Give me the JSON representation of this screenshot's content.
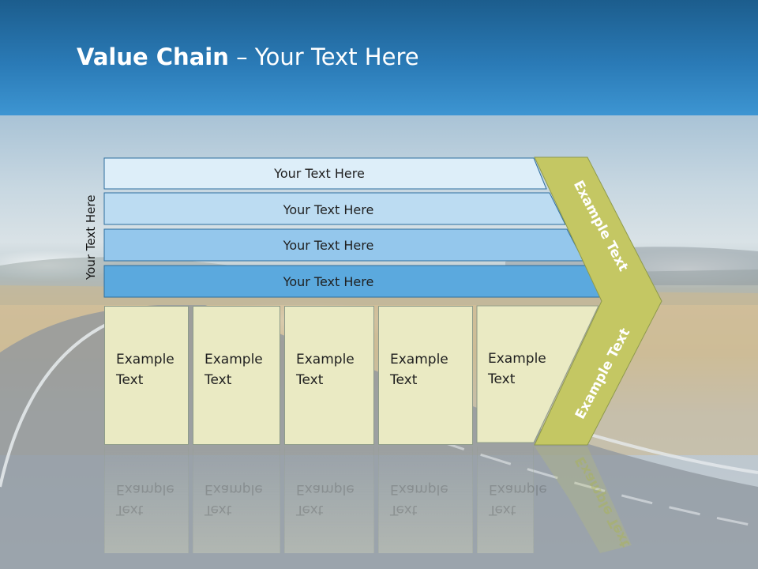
{
  "slide": {
    "title_bold": "Value Chain",
    "title_rest": " – Your Text Here"
  },
  "side_label": "Your Text Here",
  "rows": [
    {
      "label": "Your Text Here",
      "fill": "#ddeef9"
    },
    {
      "label": "Your Text Here",
      "fill": "#bcdcf2"
    },
    {
      "label": "Your Text Here",
      "fill": "#94c7ec"
    },
    {
      "label": "Your Text Here",
      "fill": "#5ba9de"
    }
  ],
  "columns": [
    {
      "line1": "Example",
      "line2": "Text"
    },
    {
      "line1": "Example",
      "line2": "Text"
    },
    {
      "line1": "Example",
      "line2": "Text"
    },
    {
      "line1": "Example",
      "line2": "Text"
    },
    {
      "line1": "Example",
      "line2": "Text"
    }
  ],
  "chevron": {
    "upper_label": "Example Text",
    "lower_label": "Example Text",
    "fill": "#c4c763"
  }
}
